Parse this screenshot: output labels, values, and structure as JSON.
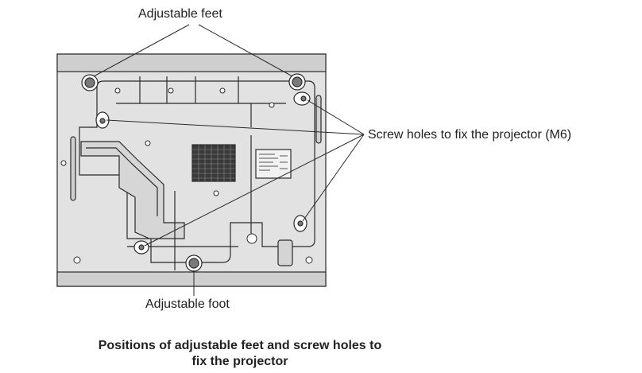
{
  "labels": {
    "adjustable_feet": "Adjustable feet",
    "screw_holes": "Screw holes to fix the projector (M6)",
    "adjustable_foot": "Adjustable foot"
  },
  "caption": {
    "line1": "Positions of adjustable feet and screw holes to",
    "line2": "fix the projector"
  },
  "colors": {
    "body_fill": "#e2e2e2",
    "edge_fill": "#cfcfcf",
    "outline": "#2a2a2a",
    "hole_fill": "#7a7a7a",
    "vent": "#3a3a3a"
  }
}
